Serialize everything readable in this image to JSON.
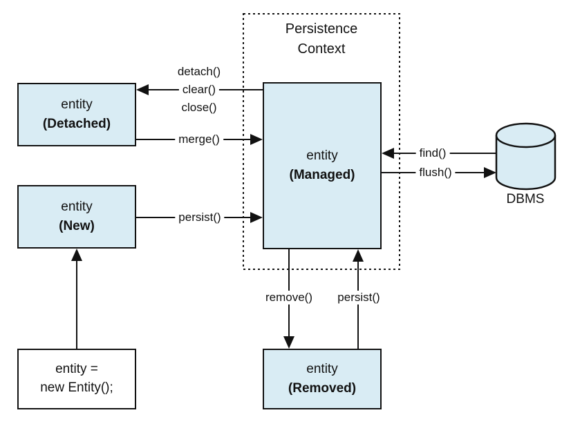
{
  "persistence_context": {
    "title_line1": "Persistence",
    "title_line2": "Context"
  },
  "boxes": {
    "detached": {
      "name": "entity",
      "state": "(Detached)"
    },
    "new_state": {
      "name": "entity",
      "state": "(New)"
    },
    "managed": {
      "name": "entity",
      "state": "(Managed)"
    },
    "removed": {
      "name": "entity",
      "state": "(Removed)"
    },
    "code": {
      "line1": "entity =",
      "line2": "new Entity();"
    }
  },
  "arrows": {
    "detach": "detach()",
    "clear": "clear()",
    "close": "close()",
    "merge": "merge()",
    "persist_new": "persist()",
    "find": "find()",
    "flush": "flush()",
    "remove": "remove()",
    "persist_removed": "persist()"
  },
  "dbms": {
    "label": "DBMS"
  },
  "colors": {
    "box_fill": "#d9ecf4",
    "line": "#111111",
    "background": "#ffffff"
  }
}
